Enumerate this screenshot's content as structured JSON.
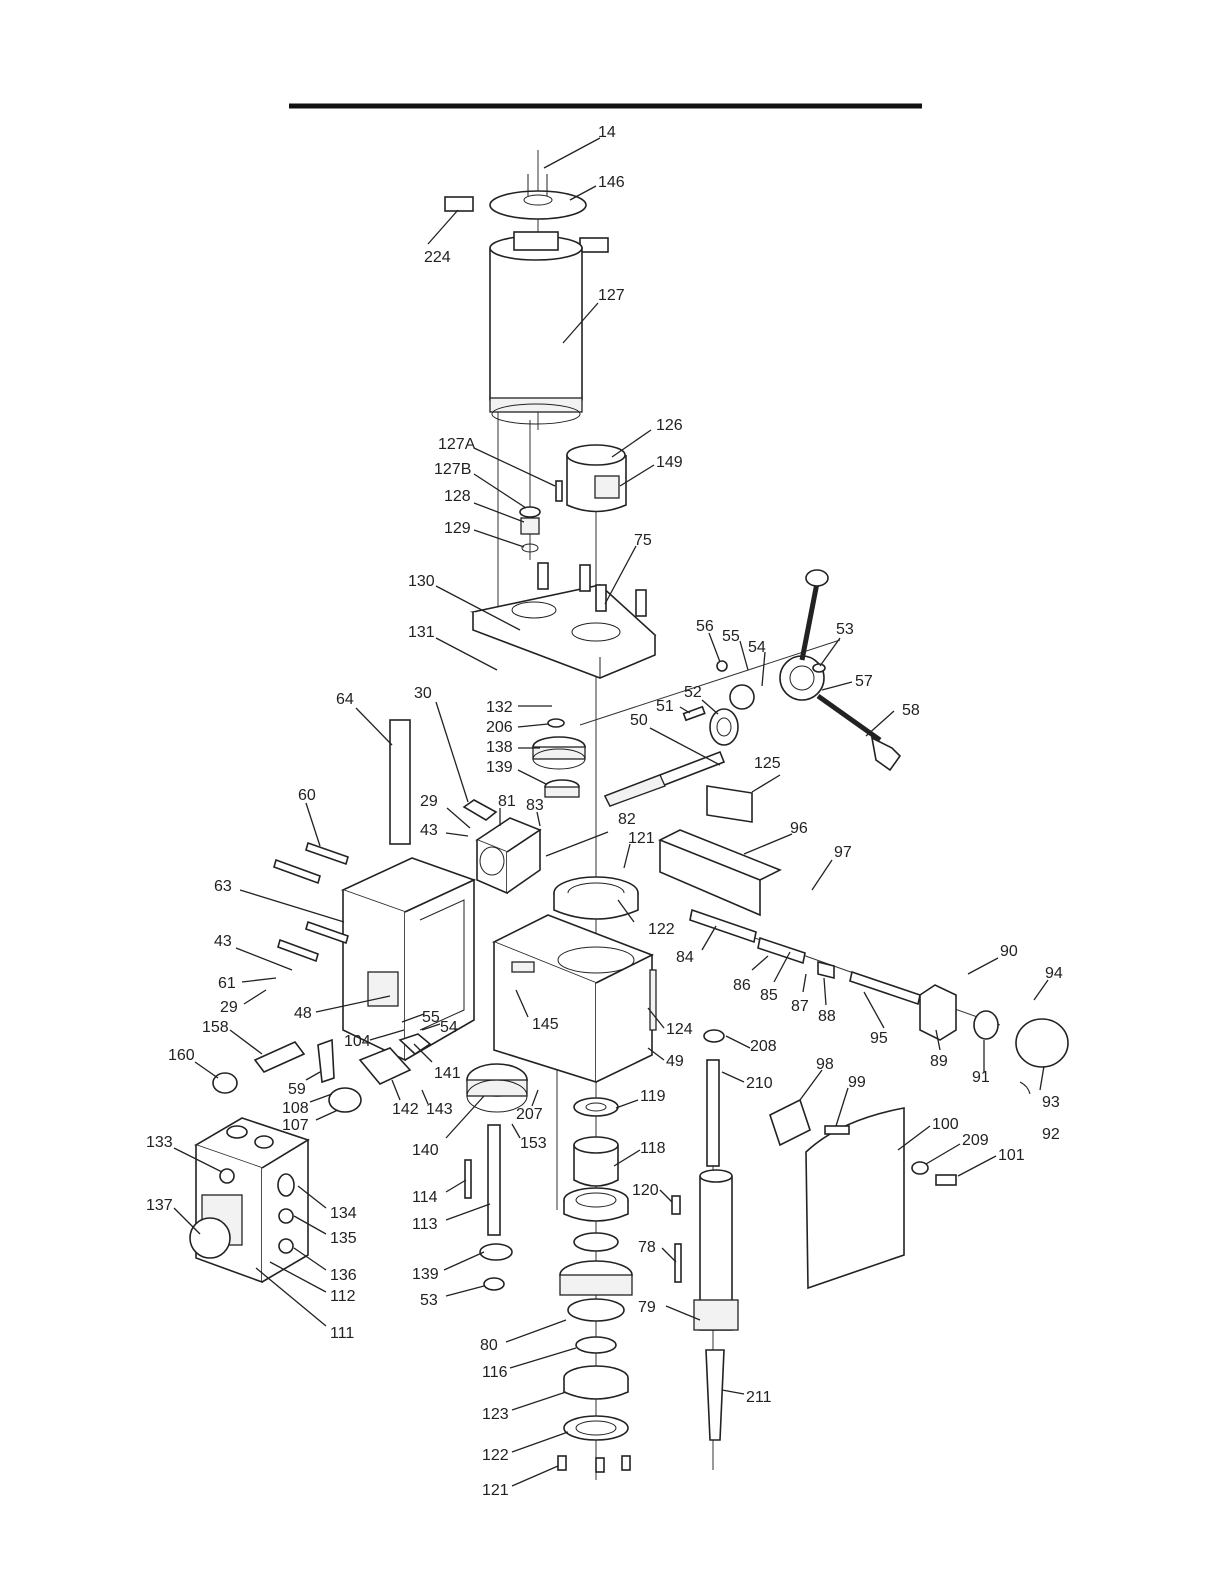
{
  "labels": [
    "14",
    "146",
    "224",
    "127",
    "127A",
    "127B",
    "126",
    "149",
    "128",
    "129",
    "75",
    "130",
    "131",
    "56",
    "55",
    "54",
    "53",
    "57",
    "58",
    "64",
    "30",
    "132",
    "206",
    "138",
    "139",
    "51",
    "52",
    "50",
    "125",
    "60",
    "29",
    "81",
    "83",
    "82",
    "43",
    "121",
    "96",
    "97",
    "63",
    "122",
    "84",
    "86",
    "85",
    "87",
    "88",
    "90",
    "94",
    "43",
    "61",
    "29",
    "48",
    "145",
    "55",
    "54",
    "124",
    "104",
    "141",
    "49",
    "95",
    "89",
    "91",
    "93",
    "92",
    "158",
    "160",
    "59",
    "108",
    "107",
    "142",
    "143",
    "207",
    "140",
    "153",
    "119",
    "208",
    "210",
    "98",
    "99",
    "100",
    "209",
    "101",
    "133",
    "134",
    "137",
    "135",
    "136",
    "112",
    "111",
    "114",
    "113",
    "118",
    "120",
    "139",
    "53",
    "78",
    "79",
    "80",
    "116",
    "123",
    "211",
    "122",
    "121"
  ]
}
